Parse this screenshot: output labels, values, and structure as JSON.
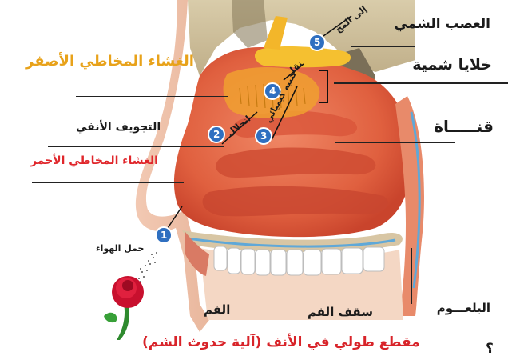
{
  "labels": {
    "olfactory_nerve": "العصب الشمي",
    "to_brain": "إلى المخ",
    "yellow_mucosa": "الغشاء المخاطي الأصفر",
    "olfactory_cells": "خلايا شمية",
    "transfer": "نقل",
    "canal": "قنـــــاة",
    "nasal_cavity": "التجويف الأنفي",
    "dissolution": "انحلال",
    "chemical_stimulation": "تنبيه كيميائي",
    "red_mucosa": "الغشاء المخاطي الأحمر",
    "air_carrying": "حمل الهواء",
    "mouth": "الفم",
    "palate": "سقف الفم",
    "pharynx": "البلعـــوم",
    "caption": "مقطع طولي في الأنف (آلية حدوث الشم)",
    "stray_text": "؟"
  },
  "steps": [
    "1",
    "2",
    "3",
    "4",
    "5"
  ],
  "colors": {
    "caption": "#d8242a",
    "yellow_label": "#e8a21a",
    "red_label": "#e0262b",
    "step_circle": "#2f6fc0",
    "tissue": "#e56a4a",
    "mucosa_yellow": "#f0b020"
  }
}
